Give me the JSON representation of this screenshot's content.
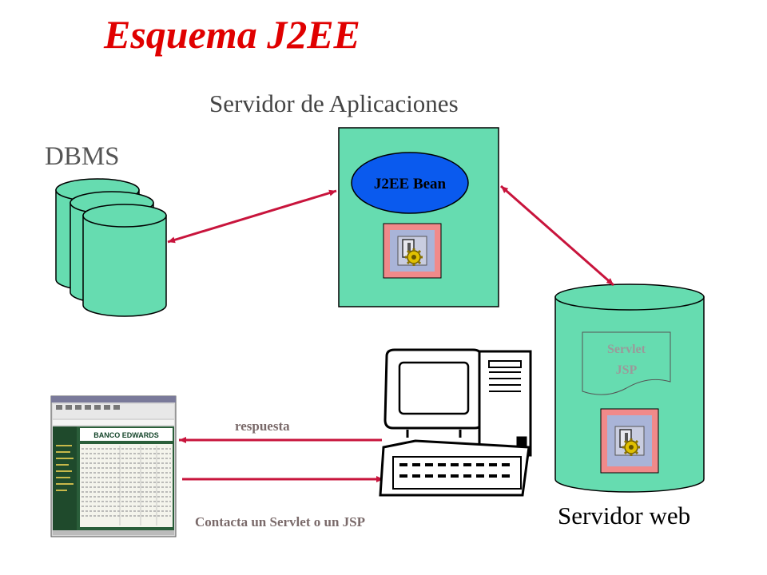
{
  "title": "Esquema J2EE",
  "app_server_label": "Servidor de Aplicaciones",
  "dbms_label": "DBMS",
  "bean_label": "J2EE Bean",
  "servlet_doc": {
    "line1": "Servlet",
    "line2": "JSP"
  },
  "web_server_label": "Servidor web",
  "respuesta_label": "respuesta",
  "contacta_label": "Contacta un Servlet o un JSP",
  "browser": {
    "bank_name": "BANCO EDWARDS"
  },
  "colors": {
    "title": "#e00000",
    "component_fill": "#66dcb0",
    "bean_fill": "#0a5aee",
    "icon_frame": "#f08a8a",
    "icon_bg": "#a9b4d8",
    "arrow": "#c8143c"
  }
}
